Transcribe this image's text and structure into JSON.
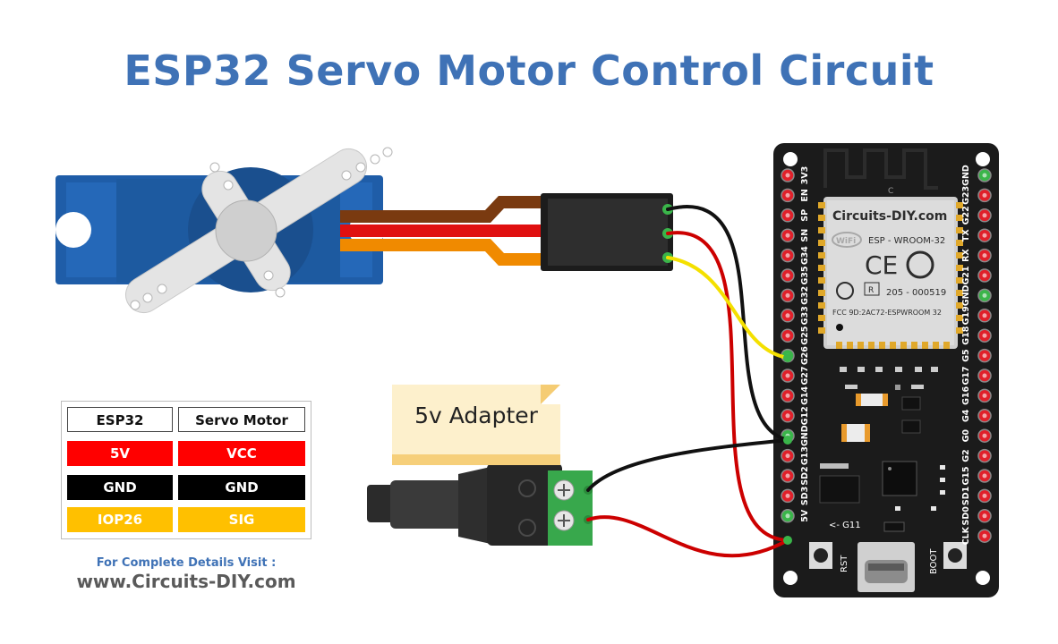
{
  "title": "ESP32 Servo Motor Control Circuit",
  "table": {
    "headers": [
      "ESP32",
      "Servo Motor"
    ],
    "rows": [
      {
        "esp32": "5V",
        "servo": "VCC",
        "color": "#ff0000"
      },
      {
        "esp32": "GND",
        "servo": "GND",
        "color": "#000000"
      },
      {
        "esp32": "IOP26",
        "servo": "SIG",
        "color": "#ffc000"
      }
    ]
  },
  "footer": {
    "visit": "For Complete Details Visit :",
    "site": "www.Circuits-DIY.com"
  },
  "adapter_note": "5v Adapter",
  "esp32_board": {
    "brand": "Circuits-DIY.com",
    "wifi": "WiFi",
    "module": "ESP - WROOM-32",
    "ce": "CE",
    "r_mark": "R",
    "cert": "205 - 000519",
    "fcc": "FCC 9D:2AC72-ESPWROOM 32",
    "c_mark": "C",
    "btn_rst": "RST",
    "btn_boot": "BOOT",
    "g11": "<- G11",
    "left_pins": [
      "3V3",
      "EN",
      "SP",
      "SN",
      "G34",
      "G35",
      "G32",
      "G33",
      "G25",
      "G26",
      "G27",
      "G14",
      "G12",
      "GND",
      "G13",
      "SD2",
      "SD3",
      "5V"
    ],
    "right_pins": [
      "GND",
      "G23",
      "G22",
      "TX",
      "RX",
      "G21",
      "GND",
      "G19",
      "G18",
      "G5",
      "G17",
      "G16",
      "G4",
      "G0",
      "G2",
      "G15",
      "SD1",
      "SD0",
      "CLK"
    ]
  },
  "wire_colors": {
    "gnd": "#111111",
    "vcc": "#cc0000",
    "sig": "#f4e000",
    "servo_brown": "#7a3a10",
    "servo_red": "#e01010",
    "servo_orange": "#f08a00"
  },
  "accent": "#3f72b6"
}
